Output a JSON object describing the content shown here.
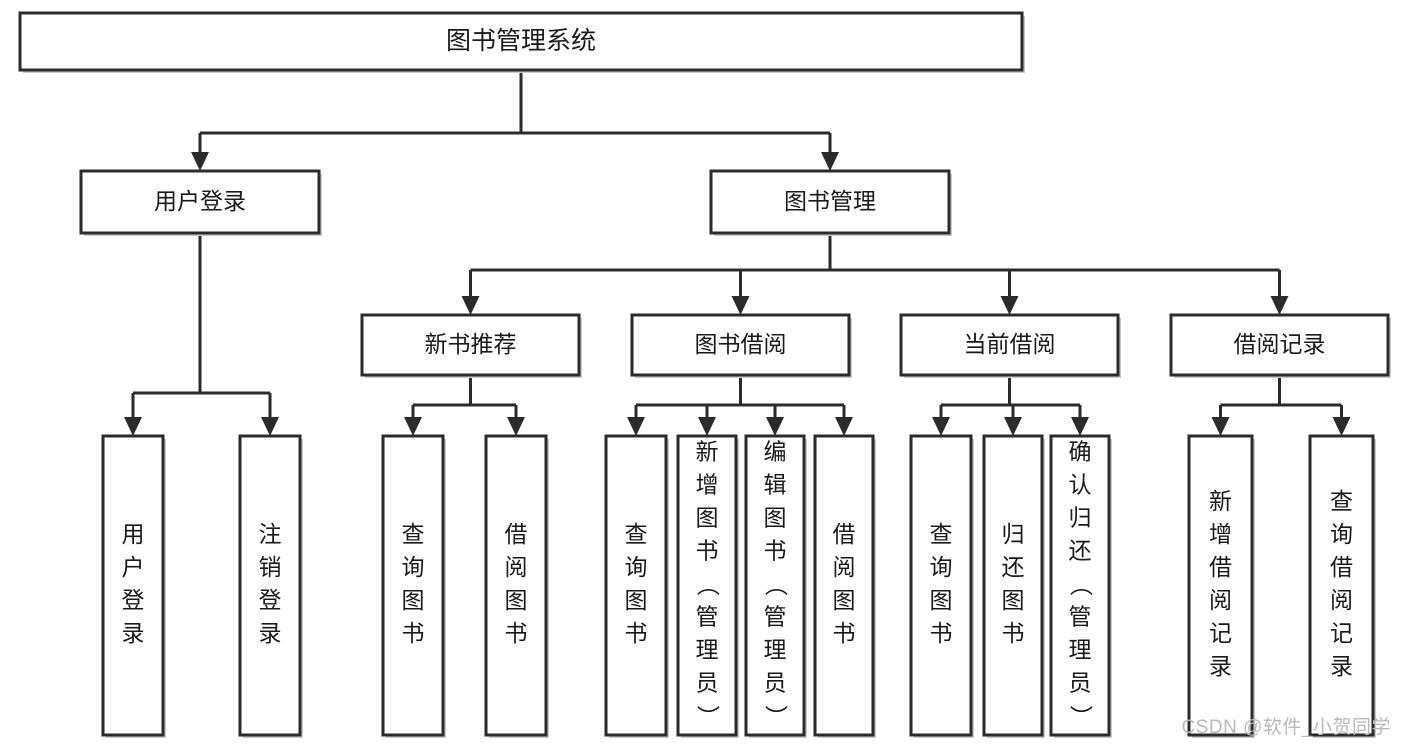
{
  "diagram": {
    "type": "tree",
    "title": "图书管理系统",
    "root": {
      "id": "root",
      "label": "图书管理系统",
      "level": 1,
      "orientation": "horizontal"
    },
    "level2": [
      {
        "id": "user-login",
        "label": "用户登录",
        "level": 2,
        "orientation": "horizontal"
      },
      {
        "id": "book-manage",
        "label": "图书管理",
        "level": 2,
        "orientation": "horizontal"
      }
    ],
    "level3": [
      {
        "id": "new-book-recommend",
        "label": "新书推荐",
        "level": 3,
        "orientation": "horizontal",
        "parent": "book-manage"
      },
      {
        "id": "book-borrow",
        "label": "图书借阅",
        "level": 3,
        "orientation": "horizontal",
        "parent": "book-manage"
      },
      {
        "id": "current-borrow",
        "label": "当前借阅",
        "level": 3,
        "orientation": "horizontal",
        "parent": "book-manage"
      },
      {
        "id": "borrow-record",
        "label": "借阅记录",
        "level": 3,
        "orientation": "horizontal",
        "parent": "book-manage"
      }
    ],
    "leaves": [
      {
        "id": "leaf-user-login",
        "label": "用户登录",
        "parent": "user-login",
        "orientation": "vertical"
      },
      {
        "id": "leaf-user-logout",
        "label": "注销登录",
        "parent": "user-login",
        "orientation": "vertical"
      },
      {
        "id": "leaf-query-book-1",
        "label": "查询图书",
        "parent": "new-book-recommend",
        "orientation": "vertical"
      },
      {
        "id": "leaf-borrow-book-1",
        "label": "借阅图书",
        "parent": "new-book-recommend",
        "orientation": "vertical"
      },
      {
        "id": "leaf-query-book-2",
        "label": "查询图书",
        "parent": "book-borrow",
        "orientation": "vertical"
      },
      {
        "id": "leaf-add-book",
        "label": "新增图书（管理员）",
        "parent": "book-borrow",
        "orientation": "vertical"
      },
      {
        "id": "leaf-edit-book",
        "label": "编辑图书（管理员）",
        "parent": "book-borrow",
        "orientation": "vertical"
      },
      {
        "id": "leaf-borrow-book-2",
        "label": "借阅图书",
        "parent": "book-borrow",
        "orientation": "vertical"
      },
      {
        "id": "leaf-query-book-3",
        "label": "查询图书",
        "parent": "current-borrow",
        "orientation": "vertical"
      },
      {
        "id": "leaf-return-book",
        "label": "归还图书",
        "parent": "current-borrow",
        "orientation": "vertical"
      },
      {
        "id": "leaf-confirm-return",
        "label": "确认归还（管理员）",
        "parent": "current-borrow",
        "orientation": "vertical"
      },
      {
        "id": "leaf-add-record",
        "label": "新增借阅记录",
        "parent": "borrow-record",
        "orientation": "vertical"
      },
      {
        "id": "leaf-query-record",
        "label": "查询借阅记录",
        "parent": "borrow-record",
        "orientation": "vertical"
      }
    ]
  },
  "watermark": {
    "text": "CSDN @软件_小贺同学"
  },
  "colors": {
    "box_stroke": "#2b2b2b",
    "box_fill": "#ffffff",
    "connector": "#2b2b2b",
    "text": "#1a1a1a",
    "watermark": "#b9b9b9",
    "background": "#ffffff"
  }
}
